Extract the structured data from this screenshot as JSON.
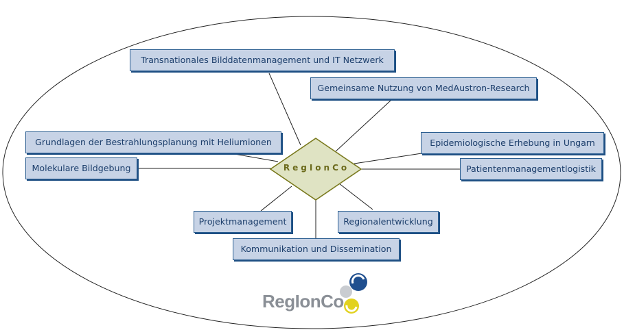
{
  "diagram": {
    "center": "RegIonCo",
    "nodes": [
      "Transnationales Bilddatenmanagement und IT Netzwerk",
      "Gemeinsame Nutzung von MedAustron-Research",
      "Grundlagen der Bestrahlungsplanung mit Heliumionen",
      "Epidemiologische Erhebung in Ungarn",
      "Molekulare Bildgebung",
      "Patientenmanagementlogistik",
      "Projektmanagement",
      "Regionalentwicklung",
      "Kommunikation und Dissemination"
    ]
  },
  "logo": {
    "text": "RegIonCo"
  },
  "colors": {
    "node_fill": "#c7d3e6",
    "node_border": "#2a5d90",
    "center_fill": "#dfe3c3",
    "center_border": "#7a7a1e",
    "logo_blue": "#1f4f8f",
    "logo_yellow": "#e2d21f",
    "logo_gray": "#8a8f96"
  }
}
